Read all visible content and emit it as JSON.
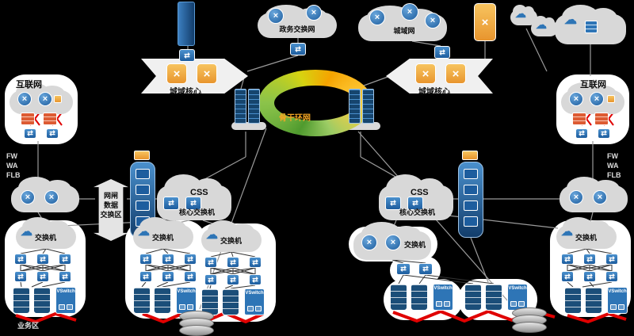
{
  "diagram_type": "network-topology",
  "top": {
    "cloud_a_label": "政务交换网",
    "cloud_b_label": "城域网"
  },
  "mid": {
    "internet_left": "互联网",
    "internet_right": "互联网",
    "metro_core_left": "城域核心",
    "metro_core_right": "城域核心",
    "ring_label": "骨干环网"
  },
  "security": {
    "left_stack": [
      "FW",
      "WA",
      "FLB"
    ],
    "right_stack": [
      "FW",
      "WA",
      "FLB"
    ],
    "gate": [
      "网闸",
      "数据",
      "交换区"
    ]
  },
  "core": {
    "css_left": {
      "title": "CSS",
      "subtitle": "核心交换机"
    },
    "css_right": {
      "title": "CSS",
      "subtitle": "核心交换机"
    }
  },
  "access": {
    "s1": "交换机",
    "s2": "交换机",
    "s3": "交换机",
    "s4": "交换机",
    "s5": "交换机"
  },
  "servers": {
    "vswitch": "VSwitch",
    "zone_label": "业务区"
  },
  "colors": {
    "background": "#000000",
    "cloud_gray": "#d8d8d8",
    "device_blue": "#2e75b6",
    "dark_blue": "#16456e",
    "router_orange": "#f0a030",
    "alert_red": "#e00000",
    "ring_green": "#5aa02c",
    "ring_yellow": "#f5d000",
    "ring_orange": "#f5a300"
  }
}
